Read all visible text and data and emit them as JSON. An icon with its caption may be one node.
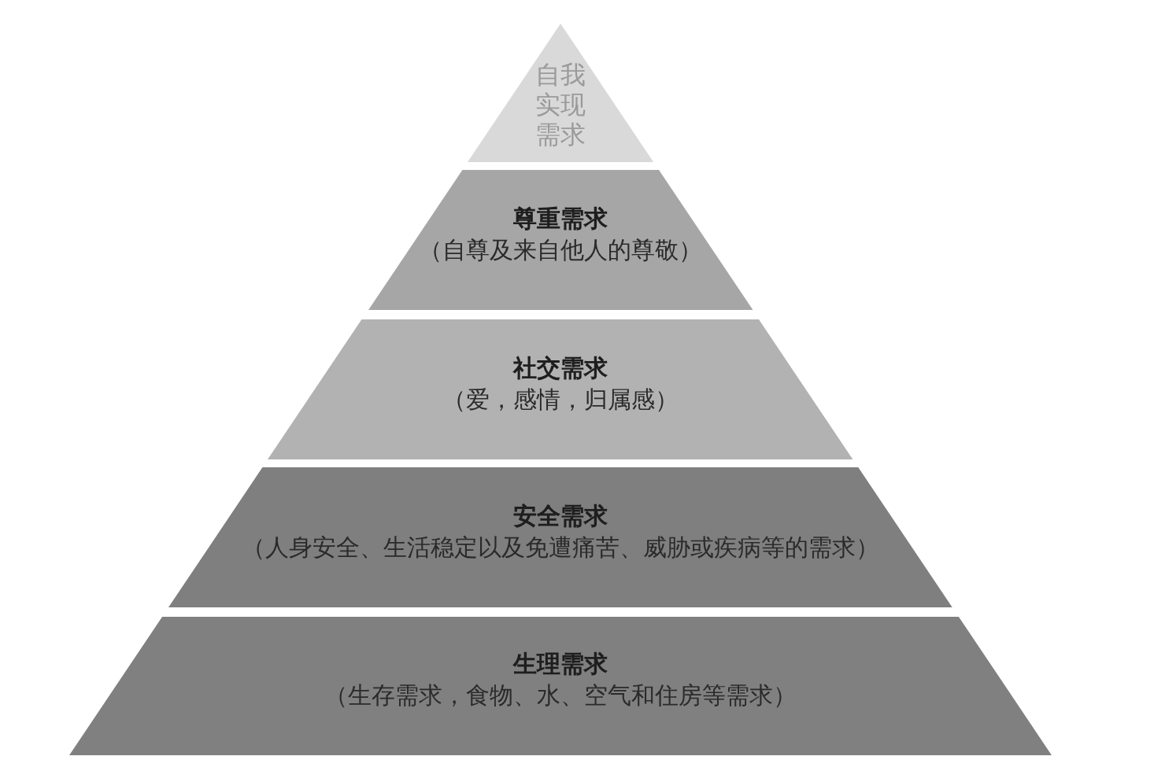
{
  "diagram": {
    "nodes": [
      {
        "text": [
          "自我实现需求"
        ]
      },
      {
        "text": [
          "尊重需求",
          "（自尊及来自他人的尊敬）"
        ]
      },
      {
        "text": [
          "社交需求",
          "（爱，感情，归属感）"
        ]
      },
      {
        "text": [
          "安全需求",
          "（人身安全、生活稳定以及免遭痛苦、威胁或疾病等的需求）"
        ]
      },
      {
        "text": [
          "生理需求",
          "（生存需求，食物、水、空气和住房等需求）"
        ]
      }
    ]
  }
}
